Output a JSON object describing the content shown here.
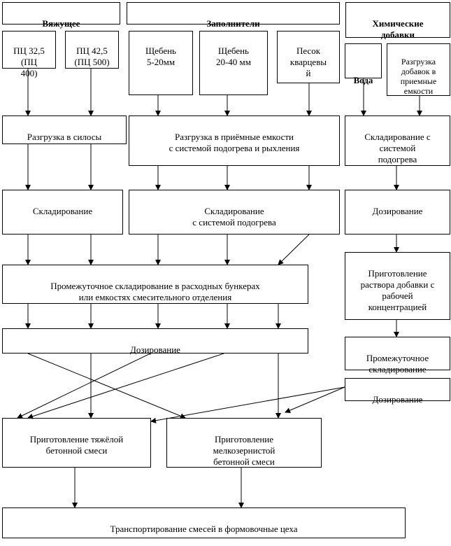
{
  "headers": {
    "binder": "Вяжущее",
    "fillers": "Заполнители",
    "chemical": "Химические\nдобавки"
  },
  "sources": {
    "pc325": "ПЦ 32,5\n(ПЦ\n400)",
    "pc425": "ПЦ 42,5\n(ПЦ 500)",
    "gravel_5_20": "Щебень\n5-20мм",
    "gravel_20_40": "Щебень\n20-40 мм",
    "sand": "Песок\nкварцевы\nй",
    "water": "Вода",
    "additive_unload": "Разгрузка\nдобавок в\nприемные\nемкости"
  },
  "stages": {
    "unload_silos": "Разгрузка в силосы",
    "unload_receiving": "Разгрузка в приёмные емкости\nс системой подогрева и рыхления",
    "storage_heating_chem": "Складирование с\nсистемой\nподогрева",
    "storage_binder": "Складирование",
    "storage_fillers": "Складирование\nс системой подогрева",
    "dosing_chem": "Дозирование",
    "intermediate_storage": "Промежуточное складирование в расходных бункерах\nили емкостях смесительного отделения",
    "solution_prep": "Приготовление\nраствора добавки с\nрабочей\nконцентрацией",
    "dosing_main": "Дозирование",
    "intermediate_storage_chem": "Промежуточное\nскладирование",
    "dosing_chem_2": "Дозирование",
    "heavy_mix": "Приготовление тяжёлой\nбетонной смеси",
    "fine_mix": "Приготовление\nмелкозернистой\nбетонной смеси",
    "transport": "Транспортирование смесей в формовочные цеха"
  }
}
